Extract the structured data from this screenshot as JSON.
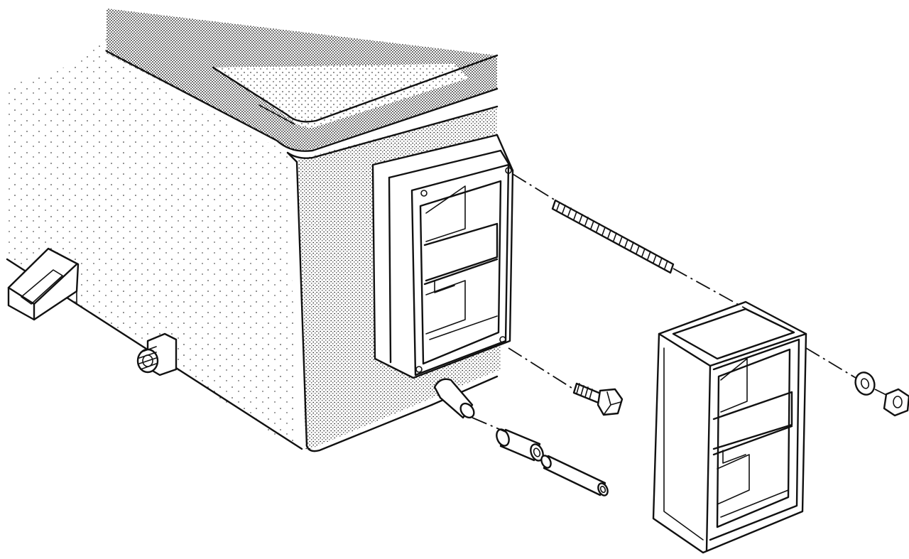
{
  "colors": {
    "ink": "#111111",
    "paper": "#ffffff"
  },
  "parts": [
    {
      "name": "cabinet-body"
    },
    {
      "name": "cabinet-lid"
    },
    {
      "name": "mounting-bracket"
    },
    {
      "name": "threaded-stud"
    },
    {
      "name": "frame-holder"
    },
    {
      "name": "threaded-rod"
    },
    {
      "name": "bolt"
    },
    {
      "name": "hinge-lug"
    },
    {
      "name": "bushing"
    },
    {
      "name": "pin"
    },
    {
      "name": "cover-frame"
    },
    {
      "name": "washer"
    },
    {
      "name": "nut"
    }
  ]
}
